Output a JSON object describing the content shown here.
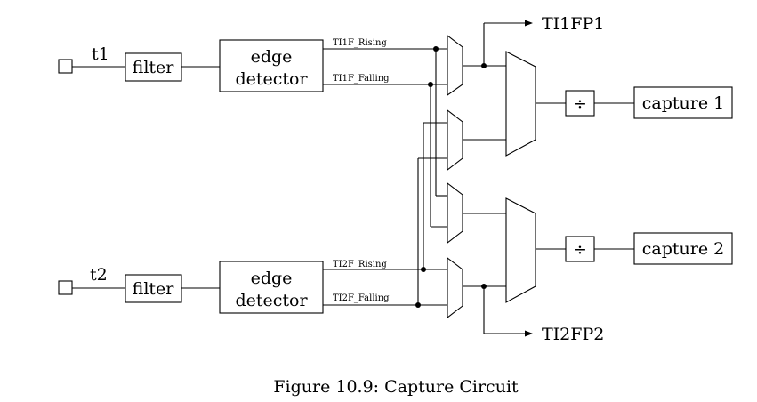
{
  "diagram": {
    "inputs": {
      "t1": "t1",
      "t2": "t2"
    },
    "filter_label": "filter",
    "edge_detector": {
      "line1": "edge",
      "line2": "detector"
    },
    "signals": {
      "ti1f_rising": "TI1F_Rising",
      "ti1f_falling": "TI1F_Falling",
      "ti2f_rising": "TI2F_Rising",
      "ti2f_falling": "TI2F_Falling"
    },
    "outputs": {
      "ti1fp1": "TI1FP1",
      "ti2fp2": "TI2FP2"
    },
    "divider_symbol": "÷",
    "captures": {
      "capture1": "capture 1",
      "capture2": "capture 2"
    }
  },
  "caption": "Figure 10.9: Capture Circuit"
}
